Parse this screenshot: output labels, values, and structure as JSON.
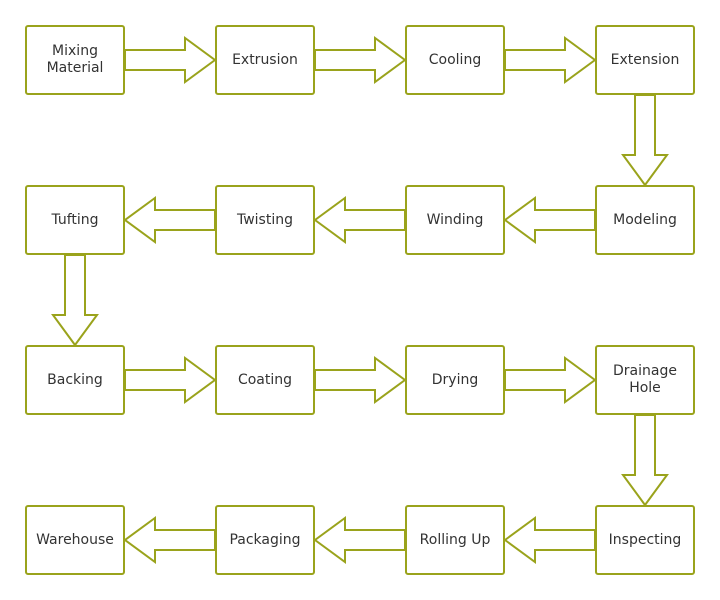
{
  "style": {
    "border_color": "#9aa31c",
    "text_color": "#333333",
    "background": "#ffffff"
  },
  "steps": [
    {
      "id": "mixing-material",
      "label": "Mixing\nMaterial"
    },
    {
      "id": "extrusion",
      "label": "Extrusion"
    },
    {
      "id": "cooling",
      "label": "Cooling"
    },
    {
      "id": "extension",
      "label": "Extension"
    },
    {
      "id": "modeling",
      "label": "Modeling"
    },
    {
      "id": "winding",
      "label": "Winding"
    },
    {
      "id": "twisting",
      "label": "Twisting"
    },
    {
      "id": "tufting",
      "label": "Tufting"
    },
    {
      "id": "backing",
      "label": "Backing"
    },
    {
      "id": "coating",
      "label": "Coating"
    },
    {
      "id": "drying",
      "label": "Drying"
    },
    {
      "id": "drainage-hole",
      "label": "Drainage\nHole"
    },
    {
      "id": "inspecting",
      "label": "Inspecting"
    },
    {
      "id": "rolling-up",
      "label": "Rolling Up"
    },
    {
      "id": "packaging",
      "label": "Packaging"
    },
    {
      "id": "warehouse",
      "label": "Warehouse"
    }
  ],
  "flow": [
    [
      "mixing-material",
      "extrusion"
    ],
    [
      "extrusion",
      "cooling"
    ],
    [
      "cooling",
      "extension"
    ],
    [
      "extension",
      "modeling"
    ],
    [
      "modeling",
      "winding"
    ],
    [
      "winding",
      "twisting"
    ],
    [
      "twisting",
      "tufting"
    ],
    [
      "tufting",
      "backing"
    ],
    [
      "backing",
      "coating"
    ],
    [
      "coating",
      "drying"
    ],
    [
      "drying",
      "drainage-hole"
    ],
    [
      "drainage-hole",
      "inspecting"
    ],
    [
      "inspecting",
      "rolling-up"
    ],
    [
      "rolling-up",
      "packaging"
    ],
    [
      "packaging",
      "warehouse"
    ]
  ]
}
